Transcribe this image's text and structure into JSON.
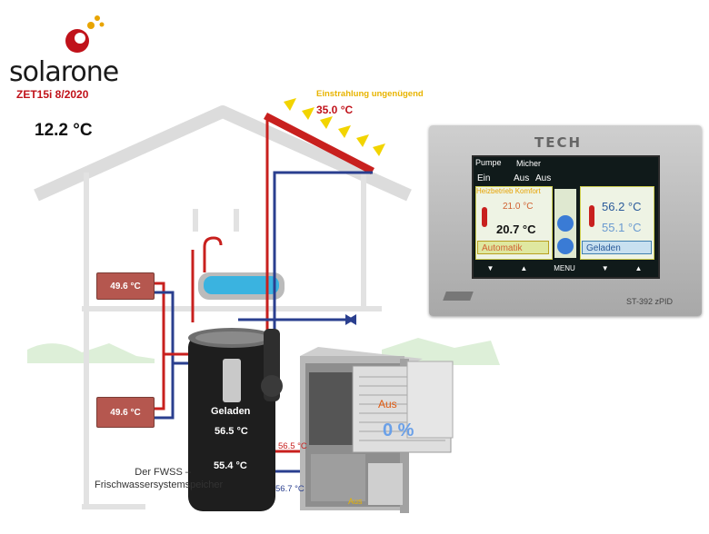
{
  "branding": {
    "logo_word": "solarone",
    "logo_sub": "ZET15i  8/2020"
  },
  "outdoor_temp": "12.2 °C",
  "collector": {
    "status": "Einstrahlung ungenügend",
    "temp": "35.0 °C"
  },
  "radiators": {
    "upper_temp": "49.6 °C",
    "lower_temp": "49.6 °C"
  },
  "tank": {
    "status": "Geladen",
    "upper_temp": "56.5 °C",
    "lower_temp": "55.4 °C",
    "caption": "Der FWSS –\nFrischwassersystemspeicher"
  },
  "pipes": {
    "supply_temp": "56.5 °C",
    "return_temp": "56.7 °C"
  },
  "boiler": {
    "state": "Aus",
    "percent": "0 %",
    "pump_state": "Aus"
  },
  "controller": {
    "brand": "TECH",
    "model": "ST-392 zPID",
    "header": {
      "pump_label": "Pumpe",
      "mixer_label": "Micher",
      "pump_value": "Ein",
      "mixer_value": "Aus",
      "extra_value": "Aus"
    },
    "left_zone": {
      "mode": "Heizbetrieb Komfort",
      "set_temp": "21.0 °C",
      "actual_temp": "20.7 °C",
      "status": "Automatik"
    },
    "right_zone": {
      "top_temp": "56.2 °C",
      "bottom_temp": "55.1 °C",
      "status": "Geladen"
    },
    "menu_label": "MENU"
  },
  "colors": {
    "brand_red": "#c0121a",
    "hot_pipe": "#c8201e",
    "cold_pipe": "#2a3f8f",
    "sun_yellow": "#f2d400"
  }
}
